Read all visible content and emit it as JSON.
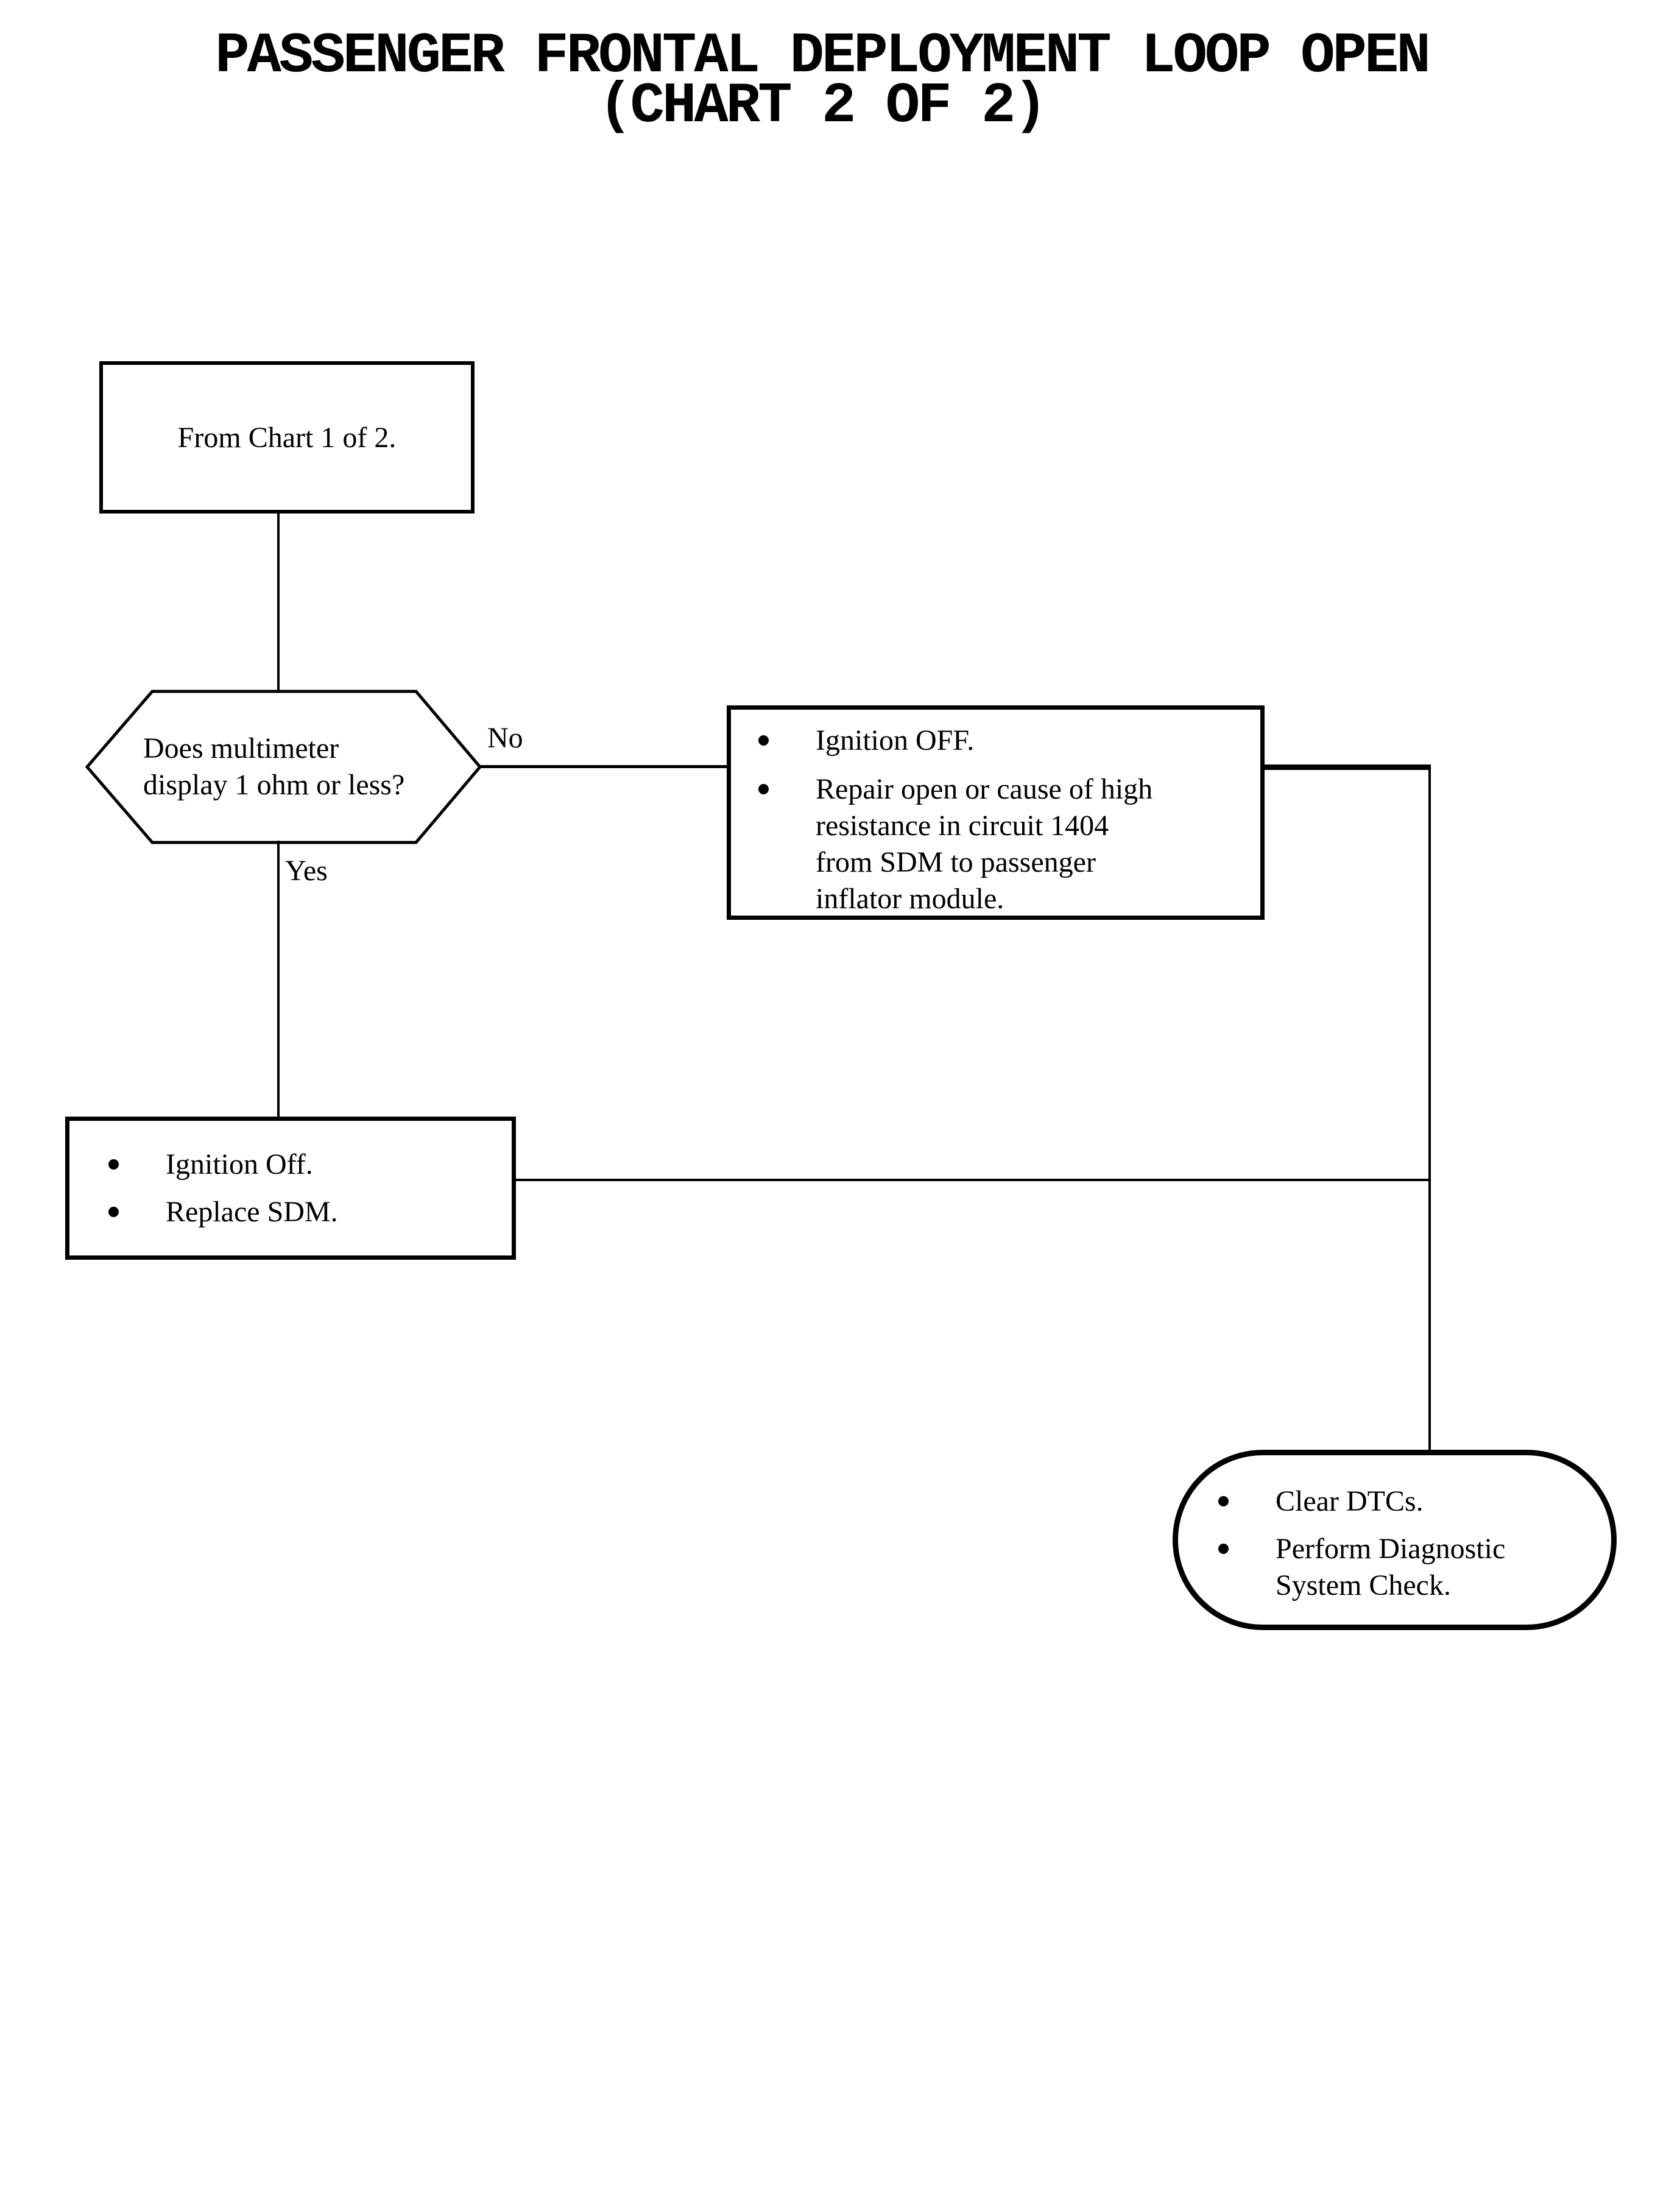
{
  "title": {
    "line1": "PASSENGER FRONTAL DEPLOYMENT LOOP OPEN",
    "line2": "(CHART 2 OF 2)"
  },
  "flow": {
    "start_box": {
      "text": "From Chart 1 of 2."
    },
    "decision": {
      "lines": [
        "Does multimeter",
        "display 1 ohm or less?"
      ]
    },
    "labels": {
      "no": "No",
      "yes": "Yes"
    },
    "no_box": {
      "items": [
        {
          "lines": [
            "Ignition OFF."
          ]
        },
        {
          "lines": [
            "Repair open or cause of high",
            "resistance in circuit 1404",
            "from SDM to passenger",
            "inflator module."
          ]
        }
      ]
    },
    "yes_box": {
      "items": [
        {
          "lines": [
            "Ignition Off."
          ]
        },
        {
          "lines": [
            "Replace SDM."
          ]
        }
      ]
    },
    "end_box": {
      "items": [
        {
          "lines": [
            "Clear DTCs."
          ]
        },
        {
          "lines": [
            "Perform Diagnostic",
            "System Check."
          ]
        }
      ]
    }
  },
  "colors": {
    "ink": "#000000",
    "paper": "#ffffff"
  }
}
